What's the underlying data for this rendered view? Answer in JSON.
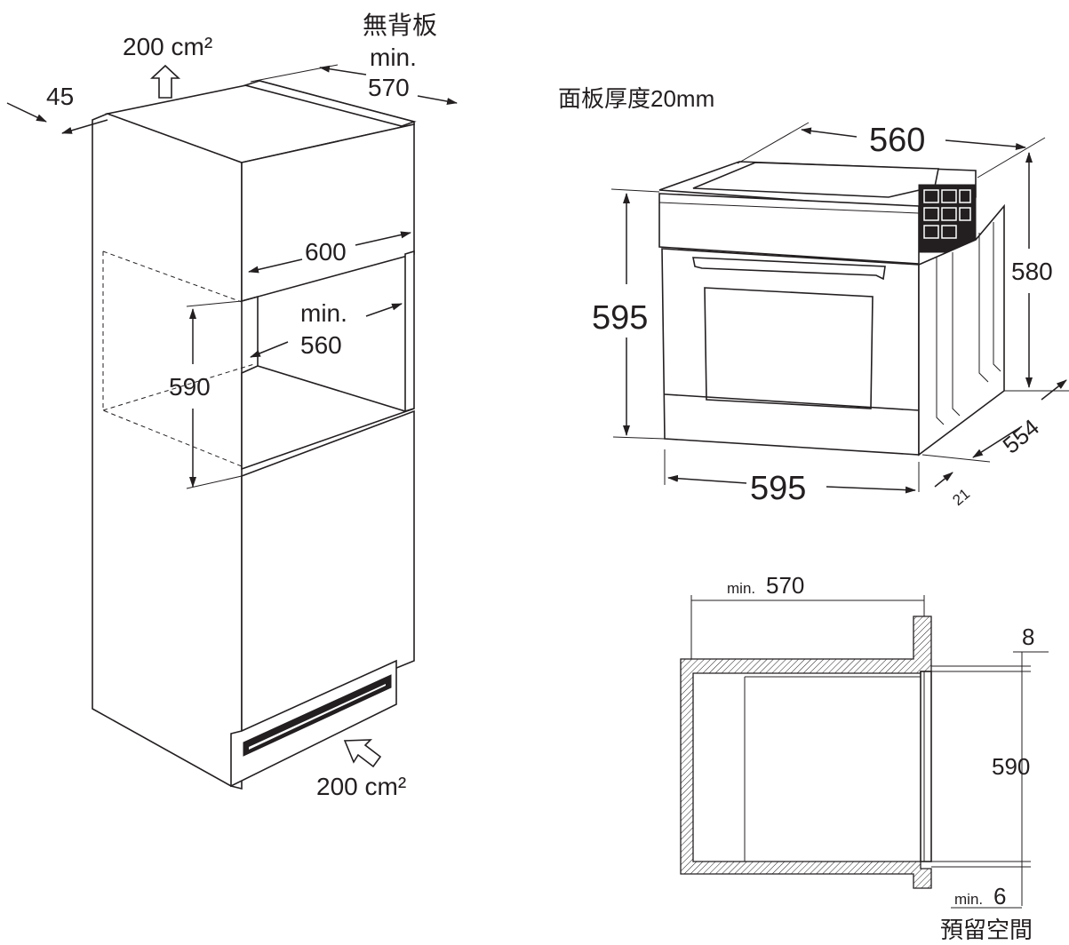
{
  "cabinet_diagram": {
    "top_vent_area": "200 cm²",
    "bottom_vent_area": "200 cm²",
    "no_back_panel": "無背板",
    "depth_min_label": "min.",
    "depth_min_value": "570",
    "side_thickness": "45",
    "width": "600",
    "inner_width_min_label": "min.",
    "inner_width_min_value": "560",
    "niche_height": "590"
  },
  "oven_diagram": {
    "panel_thickness_note": "面板厚度20mm",
    "body_width": "560",
    "front_height": "595",
    "body_height": "580",
    "front_width": "595",
    "body_depth": "554",
    "panel_depth": "21"
  },
  "section_diagram": {
    "depth_min_prefix": "min.",
    "depth_min_value": "570",
    "gap_top": "8",
    "opening_height": "590",
    "gap_min_prefix": "min.",
    "gap_min_value": "6",
    "reserved_space": "預留空間"
  }
}
